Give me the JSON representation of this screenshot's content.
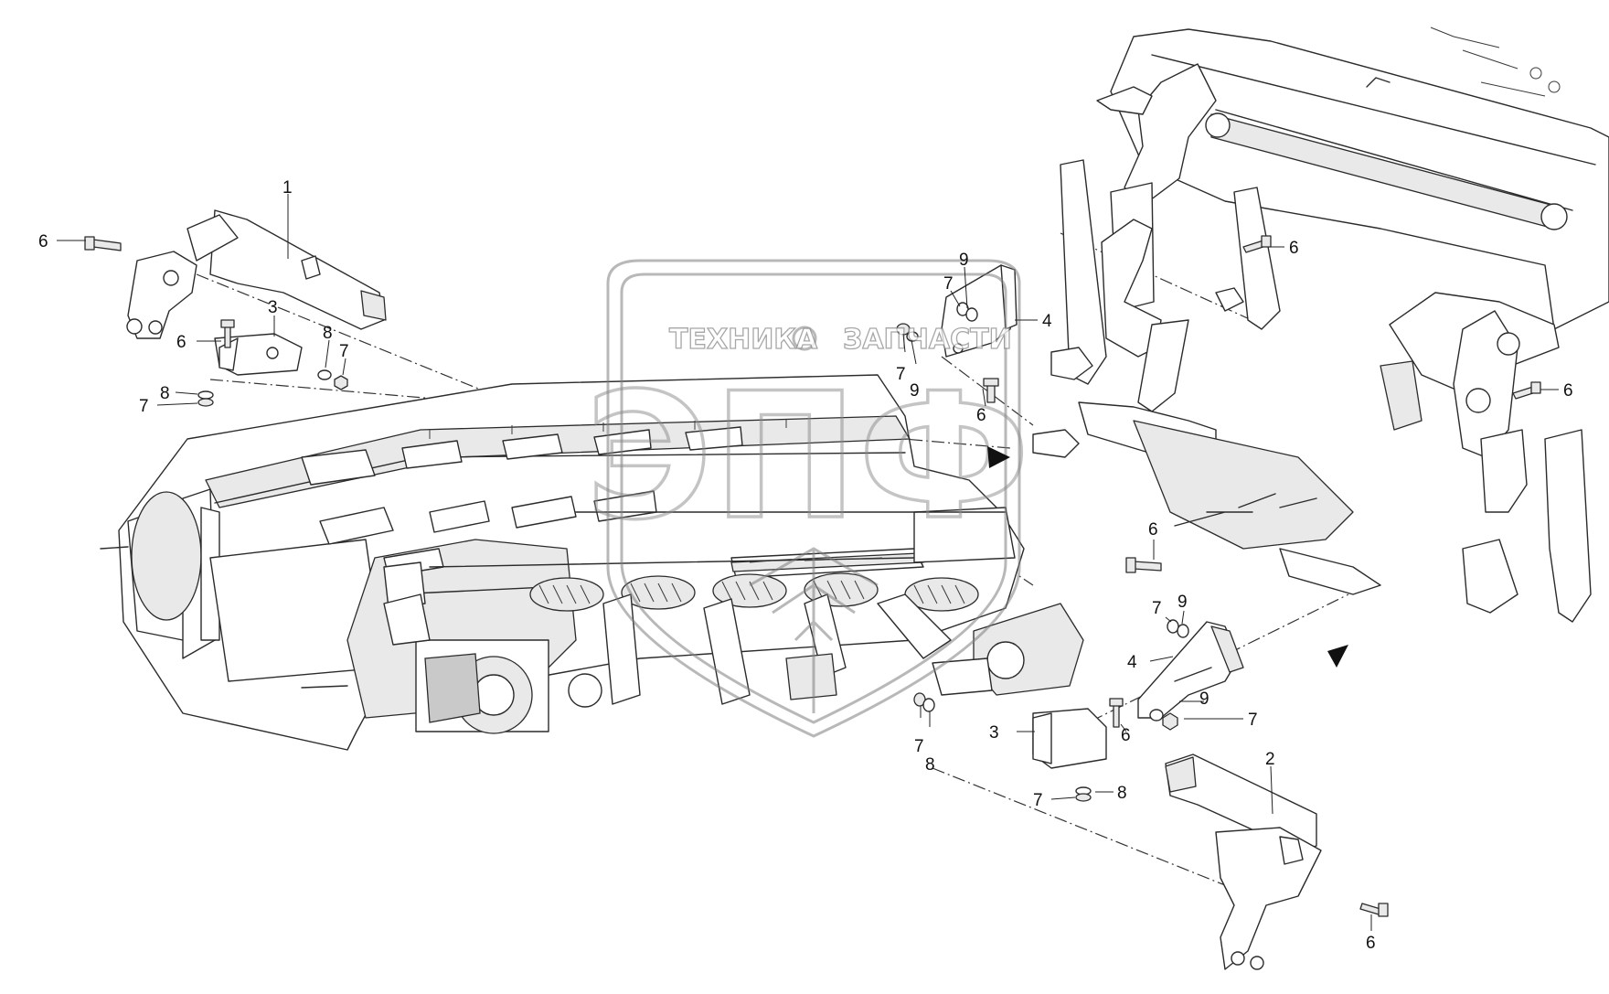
{
  "watermark": {
    "left_word": "ТЕХНИКА",
    "right_word": "ЗАПЧАСТИ",
    "monogram": "ЭПФ"
  },
  "callouts": [
    {
      "label": "1"
    },
    {
      "label": "6"
    },
    {
      "label": "3"
    },
    {
      "label": "6"
    },
    {
      "label": "8"
    },
    {
      "label": "7"
    },
    {
      "label": "8"
    },
    {
      "label": "7"
    },
    {
      "label": "9"
    },
    {
      "label": "7"
    },
    {
      "label": "4"
    },
    {
      "label": "7"
    },
    {
      "label": "9"
    },
    {
      "label": "6"
    },
    {
      "label": "6"
    },
    {
      "label": "6"
    },
    {
      "label": "6"
    },
    {
      "label": "7"
    },
    {
      "label": "9"
    },
    {
      "label": "4"
    },
    {
      "label": "9"
    },
    {
      "label": "7"
    },
    {
      "label": "3"
    },
    {
      "label": "6"
    },
    {
      "label": "7"
    },
    {
      "label": "8"
    },
    {
      "label": "7"
    },
    {
      "label": "8"
    },
    {
      "label": "2"
    },
    {
      "label": "6"
    }
  ]
}
